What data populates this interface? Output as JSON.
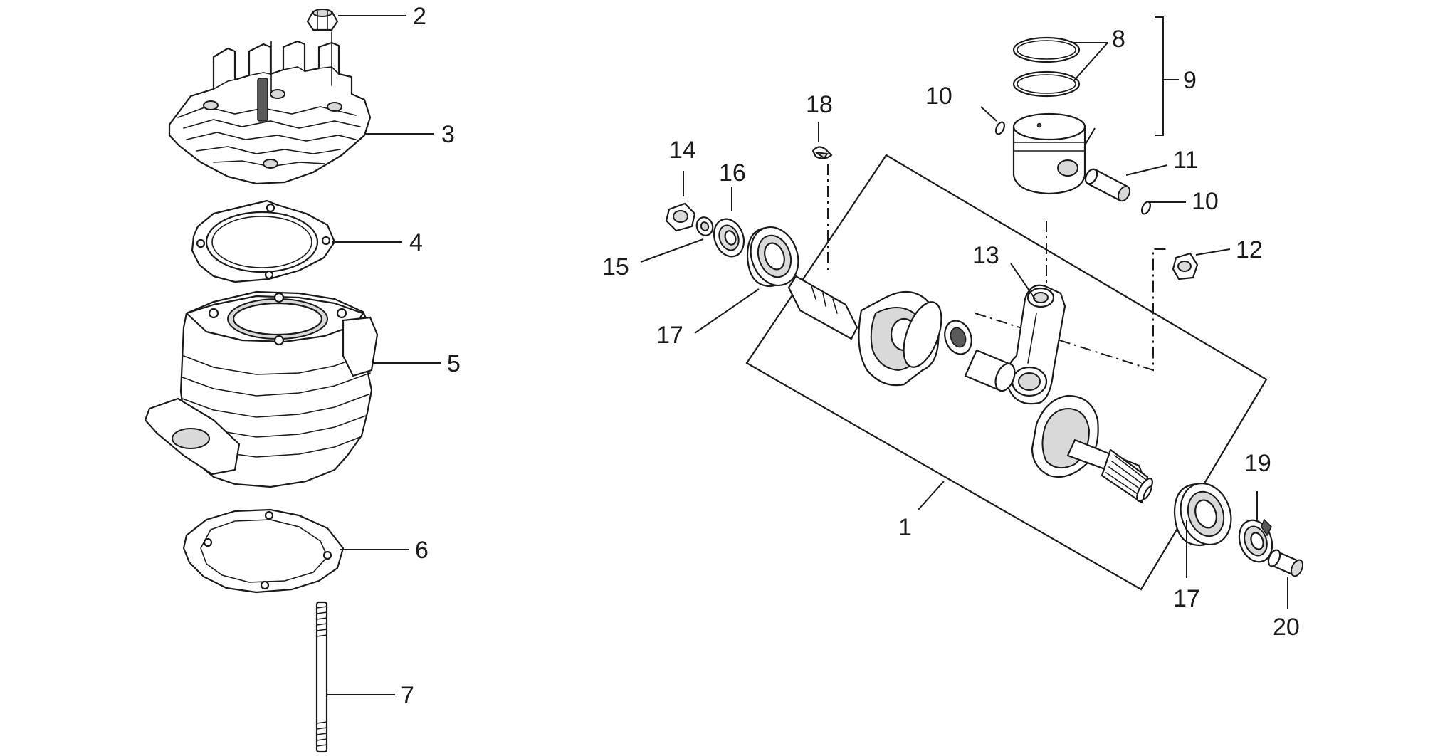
{
  "callouts": {
    "c1": "1",
    "c2": "2",
    "c3": "3",
    "c4": "4",
    "c5": "5",
    "c6": "6",
    "c7": "7",
    "c8": "8",
    "c9": "9",
    "c10a": "10",
    "c10b": "10",
    "c11": "11",
    "c12": "12",
    "c13": "13",
    "c14": "14",
    "c15": "15",
    "c16": "16",
    "c17a": "17",
    "c17b": "17",
    "c18": "18",
    "c19": "19",
    "c20": "20"
  }
}
